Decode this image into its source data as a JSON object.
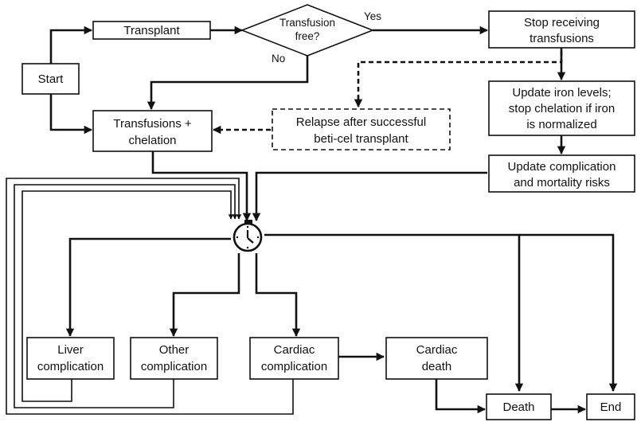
{
  "colors": {
    "stroke": "#111111",
    "background": "#ffffff",
    "node_fill": "#ffffff"
  },
  "nodes": {
    "start": "Start",
    "transplant": "Transplant",
    "transfusion_free": [
      "Transfusion",
      "free?"
    ],
    "stop_receiving": [
      "Stop receiving",
      "transfusions"
    ],
    "transfusions_chelation": [
      "Transfusions +",
      "chelation"
    ],
    "relapse": [
      "Relapse after successful",
      "beti-cel transplant"
    ],
    "update_iron": [
      "Update iron levels;",
      "stop chelation if iron",
      "is normalized"
    ],
    "update_complication": [
      "Update complication",
      "and mortality risks"
    ],
    "liver": [
      "Liver",
      "complication"
    ],
    "other": [
      "Other",
      "complication"
    ],
    "cardiac": [
      "Cardiac",
      "complication"
    ],
    "cardiac_death": [
      "Cardiac",
      "death"
    ],
    "death": "Death",
    "end": "End"
  },
  "edge_labels": {
    "yes": "Yes",
    "no": "No"
  },
  "icons": {
    "timer": "stopwatch-icon"
  }
}
